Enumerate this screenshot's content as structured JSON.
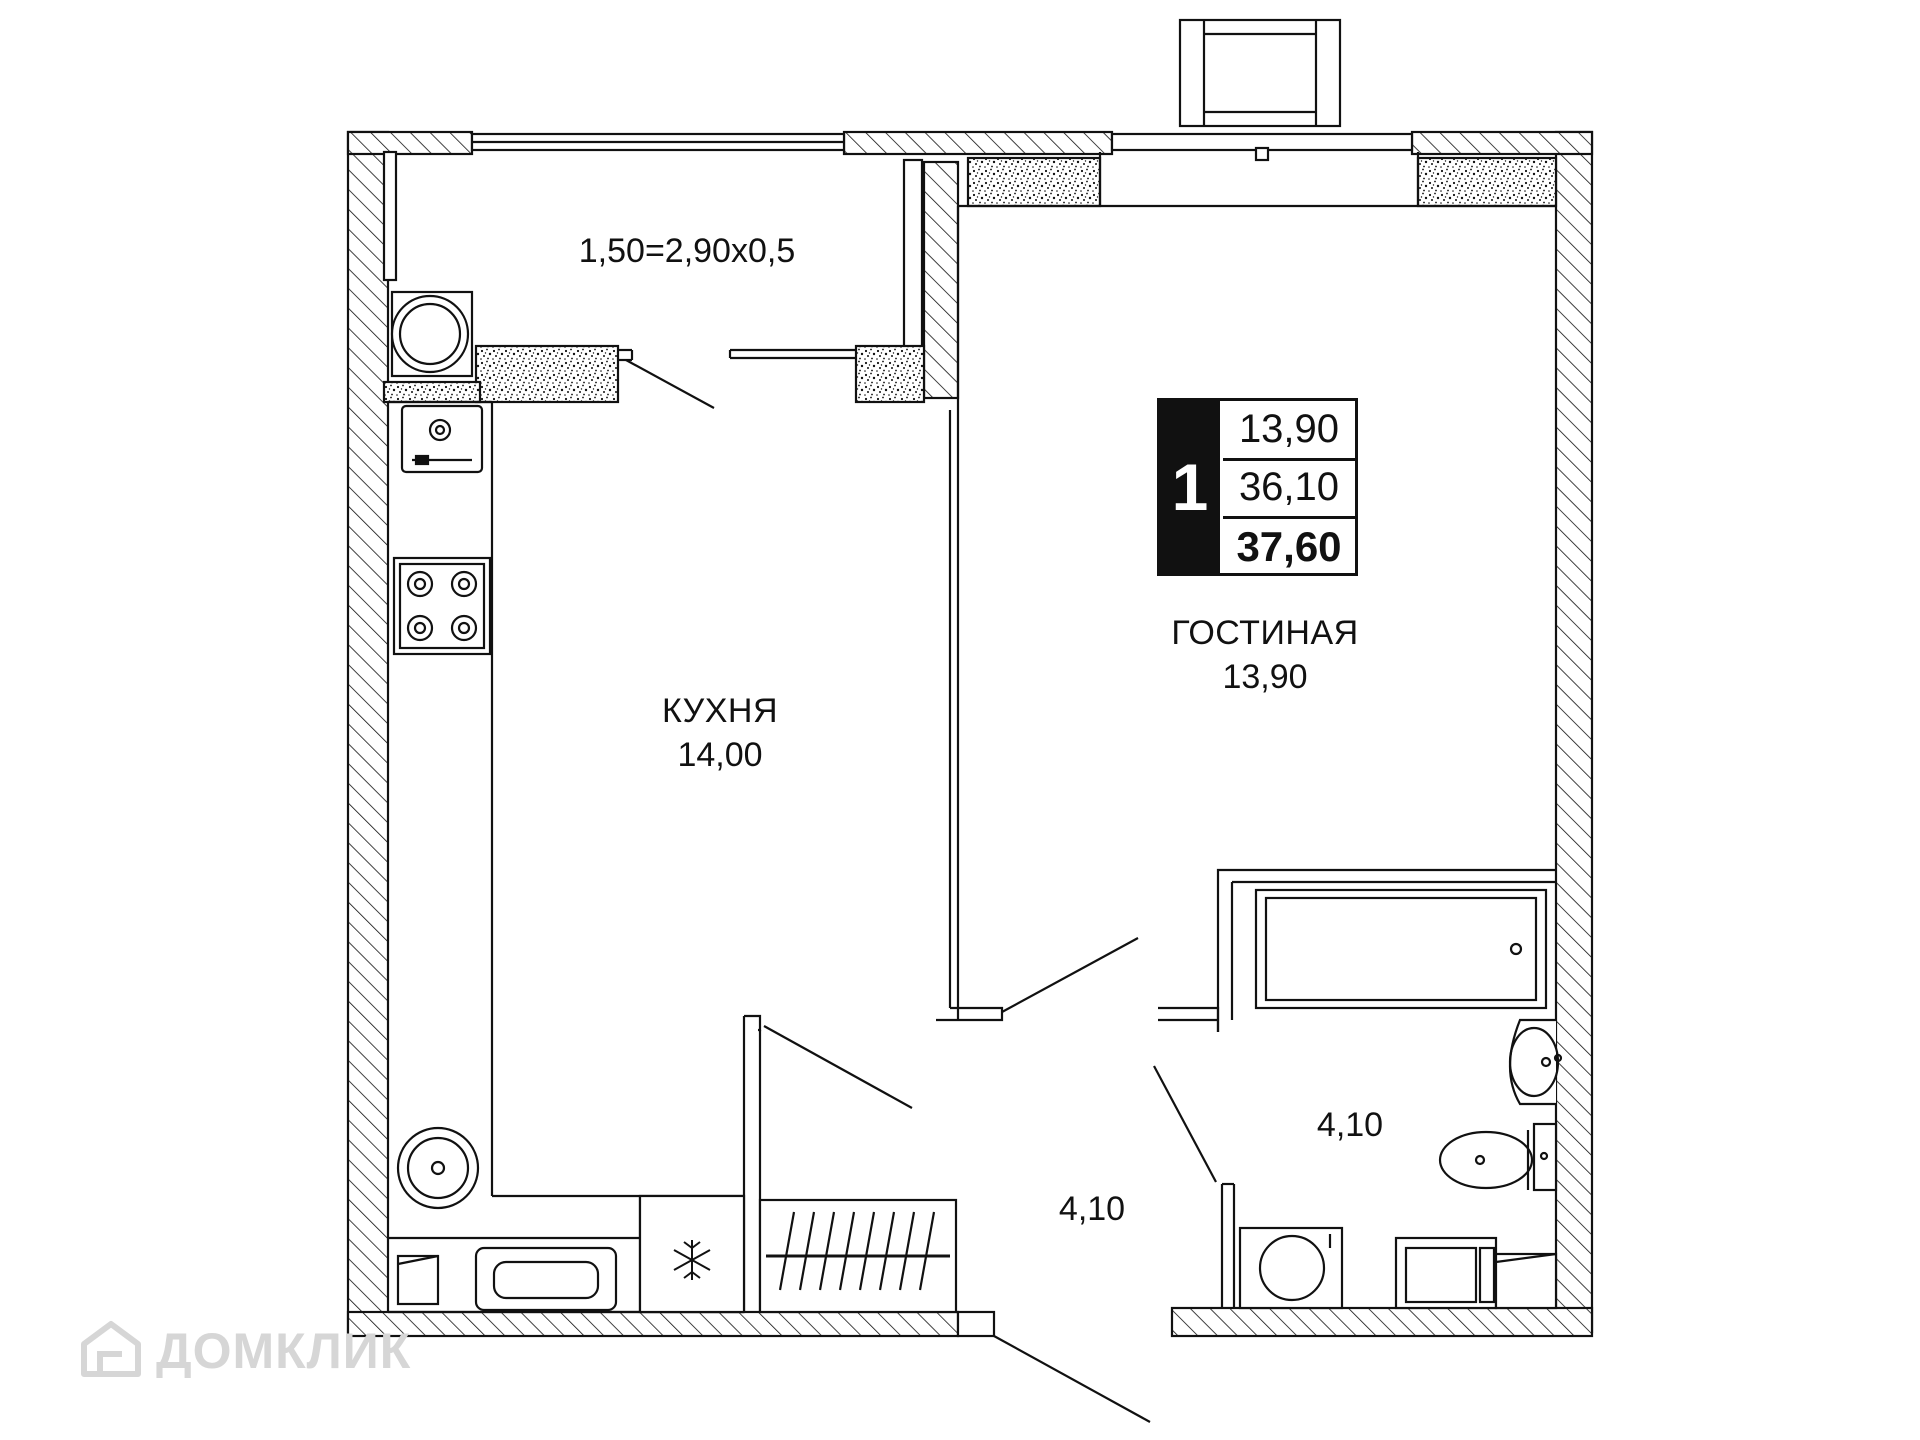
{
  "summary": {
    "rooms": "1",
    "living_area": "13,90",
    "living_total": "36,10",
    "total_area": "37,60"
  },
  "rooms": {
    "balcony": {
      "area": "1,50=2,90x0,5"
    },
    "kitchen": {
      "name": "КУХНЯ",
      "area": "14,00"
    },
    "living": {
      "name": "ГОСТИНАЯ",
      "area": "13,90"
    },
    "bathroom": {
      "area": "4,10"
    },
    "hallway": {
      "area": "4,10"
    }
  },
  "watermark": {
    "text": "ДОМКЛИК",
    "icon": "house-logo-icon"
  },
  "colors": {
    "ink": "#111111",
    "background": "#ffffff",
    "watermark": "#d6d6d6"
  }
}
